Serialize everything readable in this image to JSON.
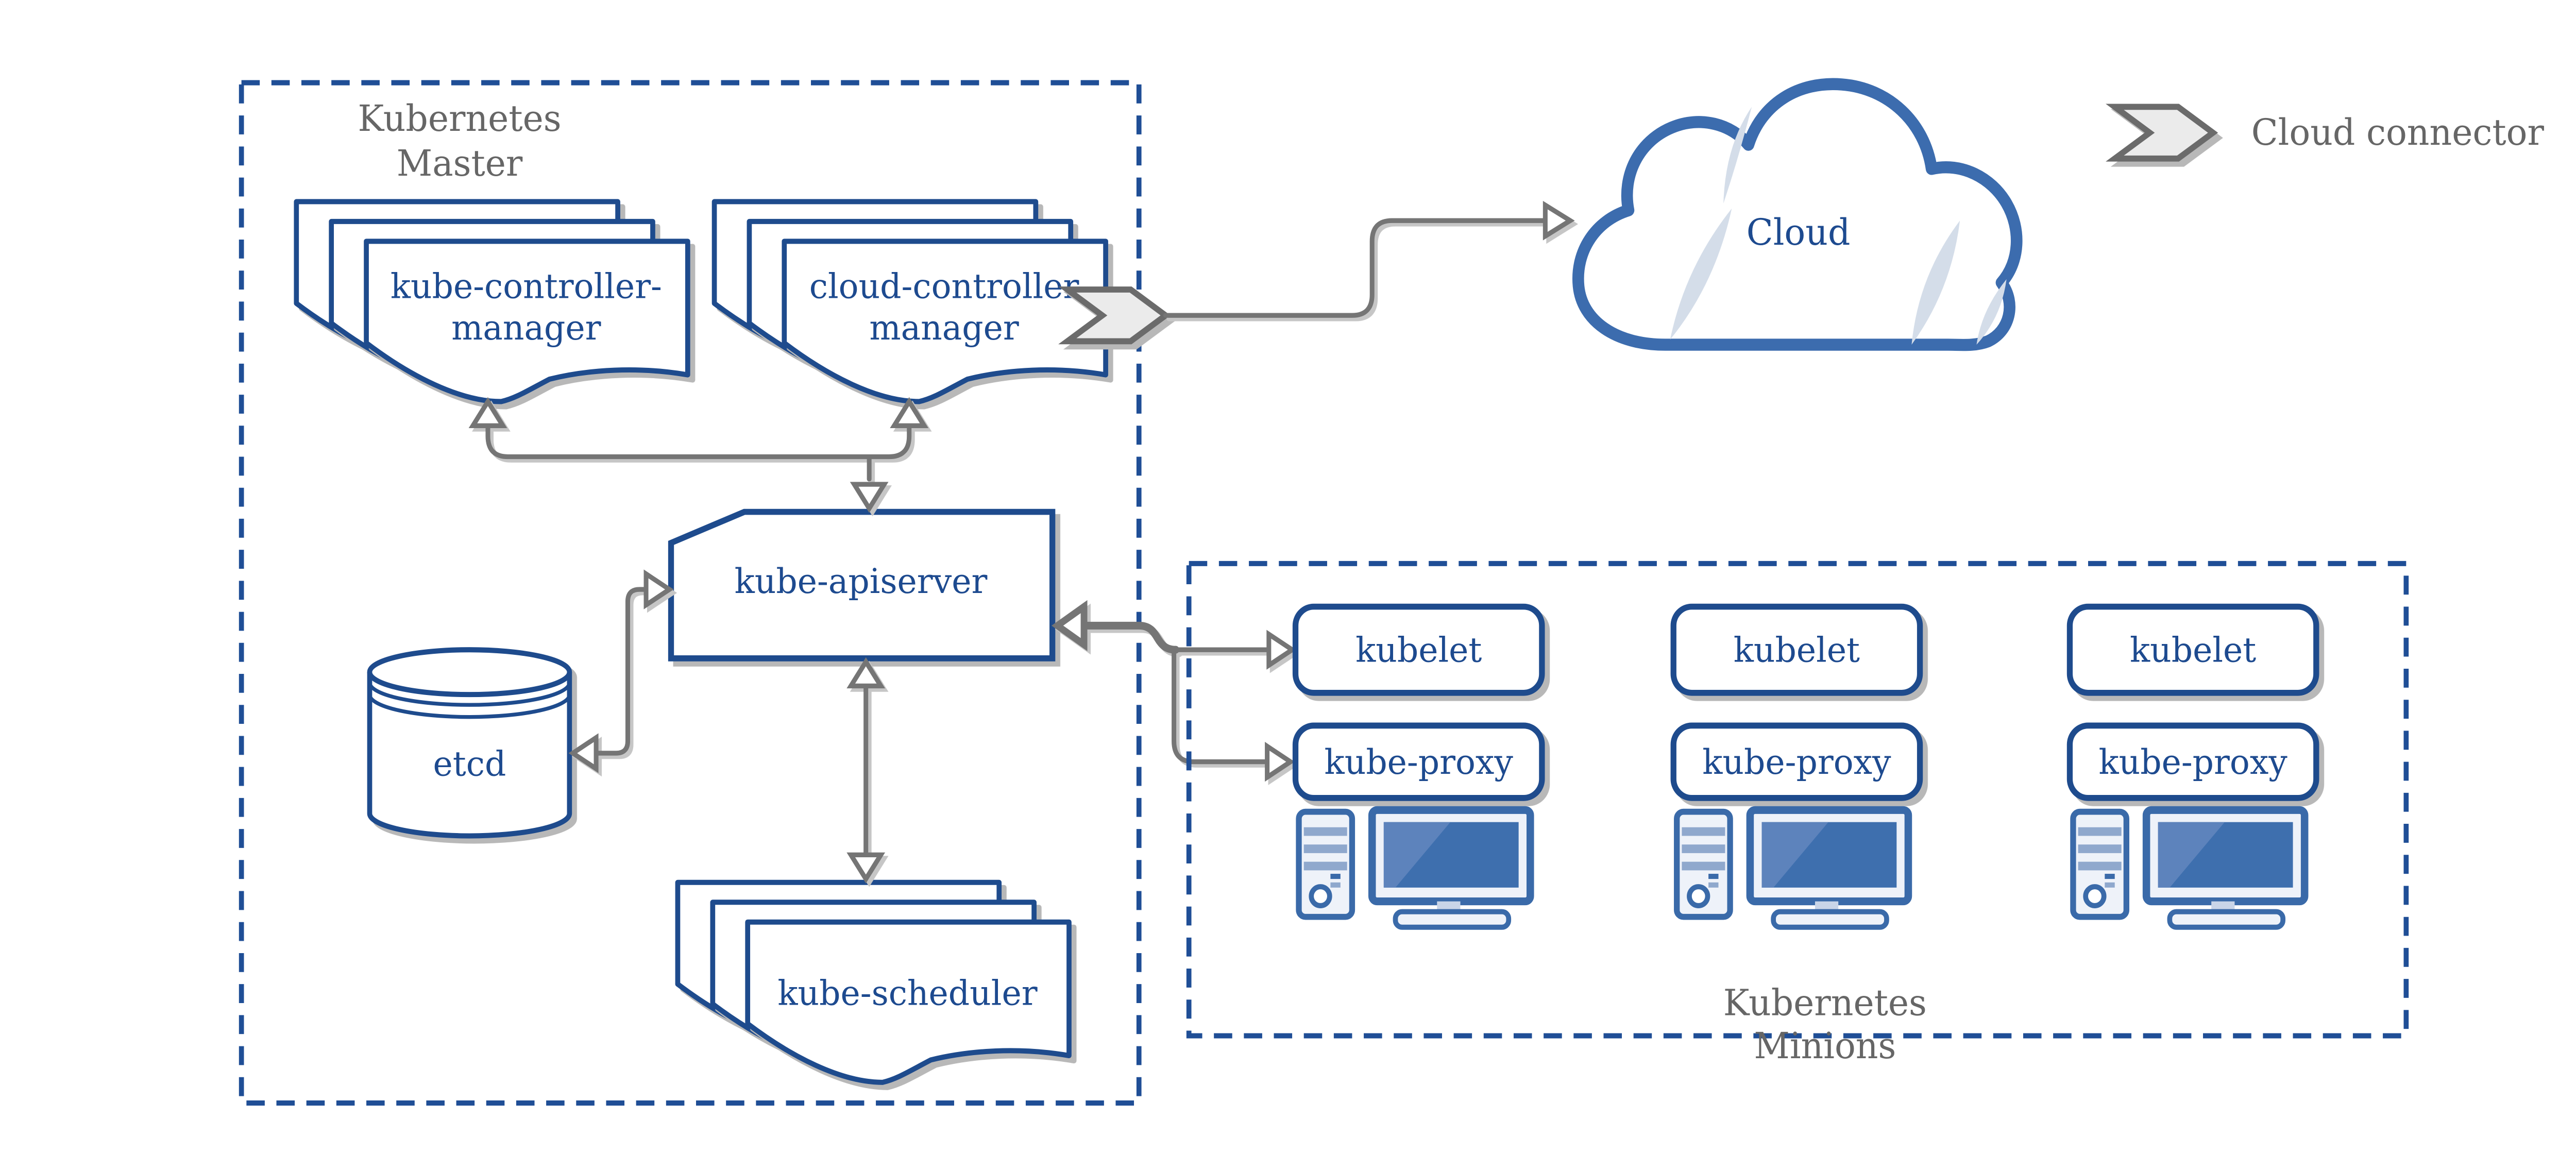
{
  "colors": {
    "primary_blue": "#1e4b8d",
    "text_blue": "#1d4a8f",
    "dash_blue": "#1f4e96",
    "icon_blue": "#3a6aa9",
    "screen_blue": "#3e6fae",
    "gray_text": "#666666",
    "arrow_gray": "#757575",
    "chevron_fill": "#ebebeb",
    "cloud_stroke": "#3c6cae",
    "cloud_accent": "#d4dde9",
    "shadow": "#b8b8b8"
  },
  "master": {
    "title_line1": "Kubernetes",
    "title_line2": "Master",
    "nodes": {
      "kube_controller_manager": {
        "line1": "kube-controller-",
        "line2": "manager"
      },
      "cloud_controller_manager": {
        "line1": "cloud-controller",
        "line2": "manager"
      },
      "kube_apiserver": {
        "label": "kube-apiserver"
      },
      "etcd": {
        "label": "etcd"
      },
      "kube_scheduler": {
        "label": "kube-scheduler"
      }
    }
  },
  "cloud": {
    "label": "Cloud"
  },
  "legend": {
    "label": "Cloud connector"
  },
  "minions": {
    "title_line1": "Kubernetes",
    "title_line2": "Minions",
    "columns": [
      {
        "kubelet": "kubelet",
        "kube_proxy": "kube-proxy"
      },
      {
        "kubelet": "kubelet",
        "kube_proxy": "kube-proxy"
      },
      {
        "kubelet": "kubelet",
        "kube_proxy": "kube-proxy"
      }
    ]
  }
}
